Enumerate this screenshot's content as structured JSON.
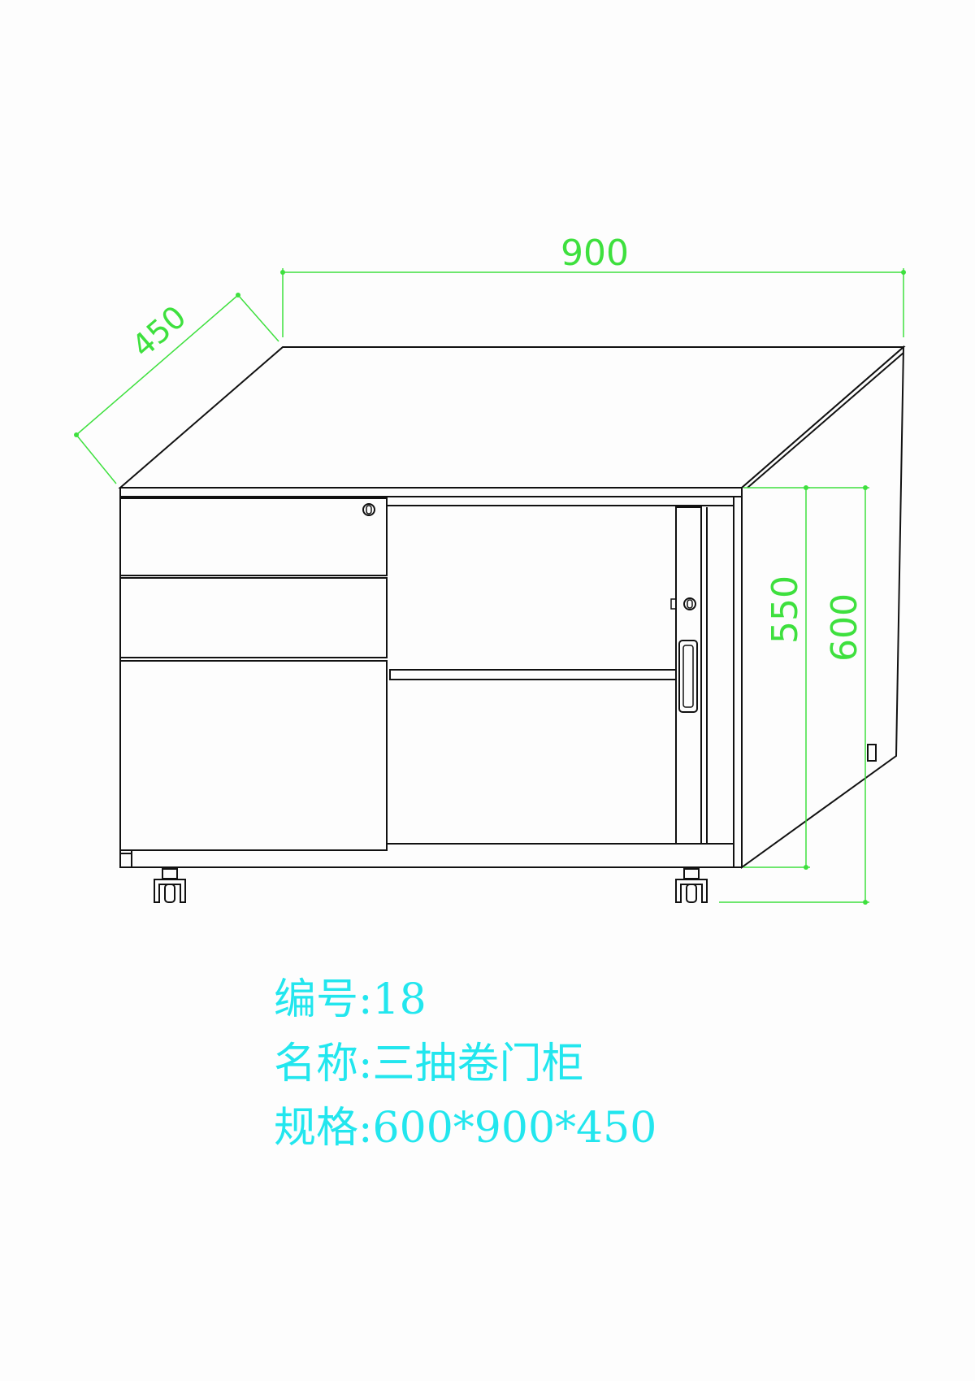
{
  "dimensions": {
    "width": "900",
    "depth": "450",
    "body_height": "550",
    "total_height": "600"
  },
  "info": {
    "number_label": "编号:",
    "number_value": "18",
    "name_label": "名称:",
    "name_value": "三抽卷门柜",
    "spec_label": "规格:",
    "spec_value": "600*900*450"
  },
  "colors": {
    "line": "#111111",
    "dimension": "#3ee03e",
    "text": "#22e6ee"
  }
}
